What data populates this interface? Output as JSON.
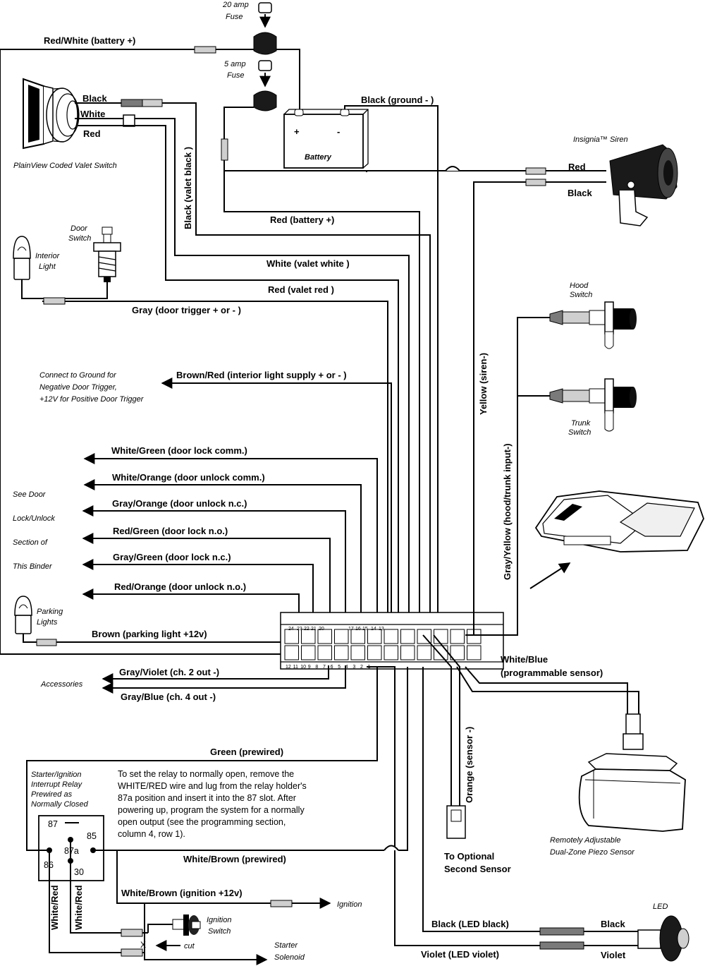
{
  "fuses": {
    "fuse20_line1": "20 amp",
    "fuse20_line2": "Fuse",
    "fuse5_line1": "5 amp",
    "fuse5_line2": "Fuse"
  },
  "wires": {
    "red_white_battery": "Red/White  (battery +)",
    "black_ground": "Black  (ground - )",
    "black_valet": "Black",
    "white_valet": "White",
    "red_valet": "Red",
    "black_valet_black": "Black  (valet black )",
    "red_battery": "Red  (battery +)",
    "white_valet_white": "White  (valet white )",
    "red_valet_red": "Red  (valet red )",
    "gray_door_trigger": "Gray  (door trigger + or - )",
    "brown_red_interior": "Brown/Red  (interior light supply + or - )",
    "white_green": "White/Green  (door lock comm.)",
    "white_orange": "White/Orange  (door unlock comm.)",
    "gray_orange": "Gray/Orange  (door unlock n.c.)",
    "red_green": "Red/Green  (door lock n.o.)",
    "gray_green": "Gray/Green  (door lock n.c.)",
    "red_orange": "Red/Orange  (door unlock n.o.)",
    "brown_parking": "Brown  (parking light +12v)",
    "gray_violet": "Gray/Violet  (ch. 2 out -)",
    "gray_blue": "Gray/Blue  (ch. 4 out -)",
    "siren_red": "Red",
    "siren_black": "Black",
    "yellow_siren": "Yellow  (siren-)",
    "gray_yellow": "Gray/Yellow  (hood/trunk input-)",
    "white_blue_1": "White/Blue",
    "white_blue_2": "(programmable sensor)",
    "orange_sensor": "Orange  (sensor -)",
    "green_prewired": "Green  (prewired)",
    "white_brown_prewired": "White/Brown  (prewired)",
    "white_brown_ignition": "White/Brown  (ignition +12v)",
    "white_red_1": "White/Red",
    "white_red_2": "White/Red",
    "black_led": "Black (LED black)",
    "violet_led": "Violet  (LED violet)",
    "led_black": "Black",
    "led_violet": "Violet"
  },
  "components": {
    "battery": "Battery",
    "battery_plus": "+",
    "battery_minus": "-",
    "valet_switch": "PlainView Coded Valet Switch",
    "interior_light_1": "Interior",
    "interior_light_2": "Light",
    "door_switch_1": "Door",
    "door_switch_2": "Switch",
    "siren": "Insignia™ Siren",
    "hood_switch_1": "Hood",
    "hood_switch_2": "Switch",
    "trunk_switch_1": "Trunk",
    "trunk_switch_2": "Switch",
    "parking_lights_1": "Parking",
    "parking_lights_2": "Lights",
    "accessories": "Accessories",
    "ignition": "Ignition",
    "ignition_switch_1": "Ignition",
    "ignition_switch_2": "Switch",
    "cut": "cut",
    "starter_solenoid_1": "Starter",
    "starter_solenoid_2": "Solenoid",
    "led": "LED",
    "optional_sensor_1": "To Optional",
    "optional_sensor_2": "Second Sensor",
    "piezo_sensor_1": "Remotely Adjustable",
    "piezo_sensor_2": "Dual-Zone Piezo Sensor"
  },
  "notes": {
    "ground_note": [
      "Connect to Ground for",
      "Negative Door Trigger,",
      "+12V for Positive Door Trigger"
    ],
    "door_lock_note": [
      "See Door",
      "Lock/Unlock",
      "Section of",
      "This Binder"
    ],
    "relay_label": [
      "Starter/Ignition",
      "Interrupt Relay",
      "Prewired as",
      "Normally Closed"
    ],
    "relay_instructions": [
      "To set the relay to normally open, remove the",
      "WHITE/RED wire and lug from the relay holder's",
      "87a position and insert it into the 87 slot. After",
      "powering up, program the system for a normally",
      "open output (see the programming section,",
      "column 4, row 1)."
    ]
  },
  "relay_pins": {
    "p87": "87",
    "p87a": "87a",
    "p85": "85",
    "p86": "86",
    "p30": "30"
  },
  "connector": {
    "top_pins": [
      "24",
      "23",
      "22",
      "21",
      "20",
      "17",
      "16",
      "15",
      "14",
      "13"
    ],
    "bottom_pins": [
      "12",
      "11",
      "10",
      "9",
      "8",
      "7",
      "6",
      "5",
      "4",
      "3",
      "2",
      "1"
    ]
  }
}
